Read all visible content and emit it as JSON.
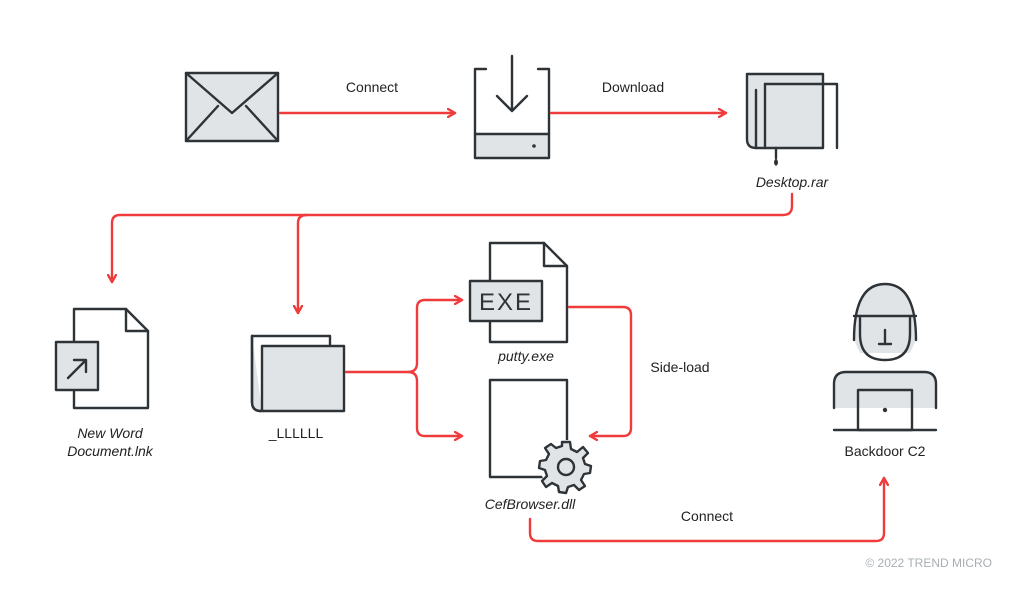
{
  "diagram": {
    "edges": {
      "connect_1": "Connect",
      "download": "Download",
      "side_load": "Side-load",
      "connect_2": "Connect"
    },
    "nodes": {
      "email": {
        "icon": "envelope-icon"
      },
      "download_device": {
        "icon": "download-tray-icon"
      },
      "archive": {
        "label": "Desktop.rar",
        "icon": "archive-folder-icon"
      },
      "shortcut": {
        "label_line1": "New Word",
        "label_line2": "Document.lnk",
        "icon": "shortcut-file-icon"
      },
      "folder": {
        "label": "_LLLLLL",
        "icon": "folder-icon"
      },
      "exe": {
        "label": "putty.exe",
        "badge": "EXE",
        "icon": "exe-file-icon"
      },
      "dll": {
        "label": "CefBrowser.dll",
        "icon": "dll-gear-icon"
      },
      "c2": {
        "label": "Backdoor C2",
        "icon": "hacker-laptop-icon"
      }
    },
    "copyright": "© 2022 TREND MICRO",
    "colors": {
      "arrow": "#ef3b3b",
      "stroke": "#2e3338",
      "fill": "#e1e4e6",
      "copyright": "#a8afb4"
    }
  }
}
